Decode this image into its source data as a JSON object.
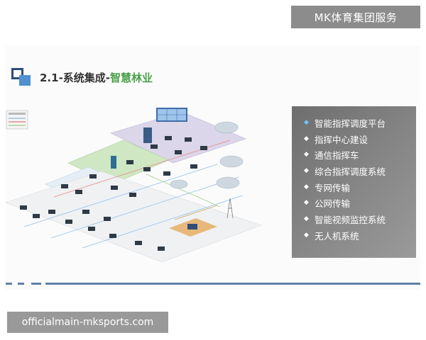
{
  "brand": {
    "label": "MK体育集团服务"
  },
  "title": {
    "prefix": "2.1-系统集成-",
    "accent": "智慧林业"
  },
  "list": {
    "items": [
      "智能指挥调度平台",
      "指挥中心建设",
      "通信指挥车",
      "综合指挥调度系统",
      "专网传输",
      "公网传输",
      "智能视频监控系统",
      "无人机系统"
    ],
    "bullet": "◆"
  },
  "watermark": {
    "text": "officialmain-mksports.com"
  },
  "colors": {
    "title_accent": "#4aa049",
    "panel_bg": "#808080",
    "brand_bg": "#8c8c8c",
    "divider": "#5f7fa8",
    "first_bullet": "#6fc4ff"
  },
  "icons": {
    "title_marker": "overlapping-squares-icon",
    "list_bullet": "diamond-icon"
  }
}
